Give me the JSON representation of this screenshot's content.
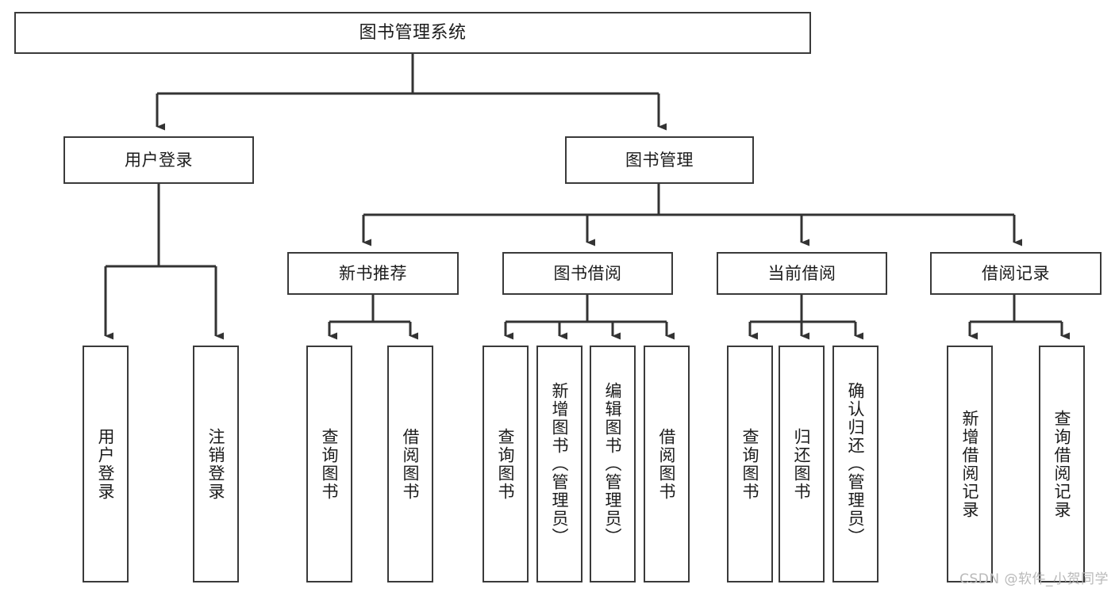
{
  "diagram": {
    "title": "图书管理系统",
    "type": "tree-hierarchy",
    "colors": {
      "box_border": "#3a3a3a",
      "box_fill": "#ffffff",
      "connector": "#333333",
      "text": "#1c1c1c",
      "watermark": "#b9b9b9",
      "background": "#ffffff"
    },
    "root": {
      "label": "图书管理系统"
    },
    "level2": [
      {
        "label": "用户登录"
      },
      {
        "label": "图书管理"
      }
    ],
    "level3": [
      {
        "label": "新书推荐"
      },
      {
        "label": "图书借阅"
      },
      {
        "label": "当前借阅"
      },
      {
        "label": "借阅记录"
      }
    ],
    "leaves": {
      "user_login": [
        {
          "label": "用户登录"
        },
        {
          "label": "注销登录"
        }
      ],
      "new_book_recommend": [
        {
          "label": "查询图书"
        },
        {
          "label": "借阅图书"
        }
      ],
      "book_borrow": [
        {
          "label": "查询图书"
        },
        {
          "label": "新增图书（管理员）"
        },
        {
          "label": "编辑图书（管理员）"
        },
        {
          "label": "借阅图书"
        }
      ],
      "current_borrow": [
        {
          "label": "查询图书"
        },
        {
          "label": "归还图书"
        },
        {
          "label": "确认归还（管理员）"
        }
      ],
      "borrow_record": [
        {
          "label": "新增借阅记录"
        },
        {
          "label": "查询借阅记录"
        }
      ]
    }
  },
  "watermark": {
    "text": "CSDN @软件_小贺同学"
  }
}
